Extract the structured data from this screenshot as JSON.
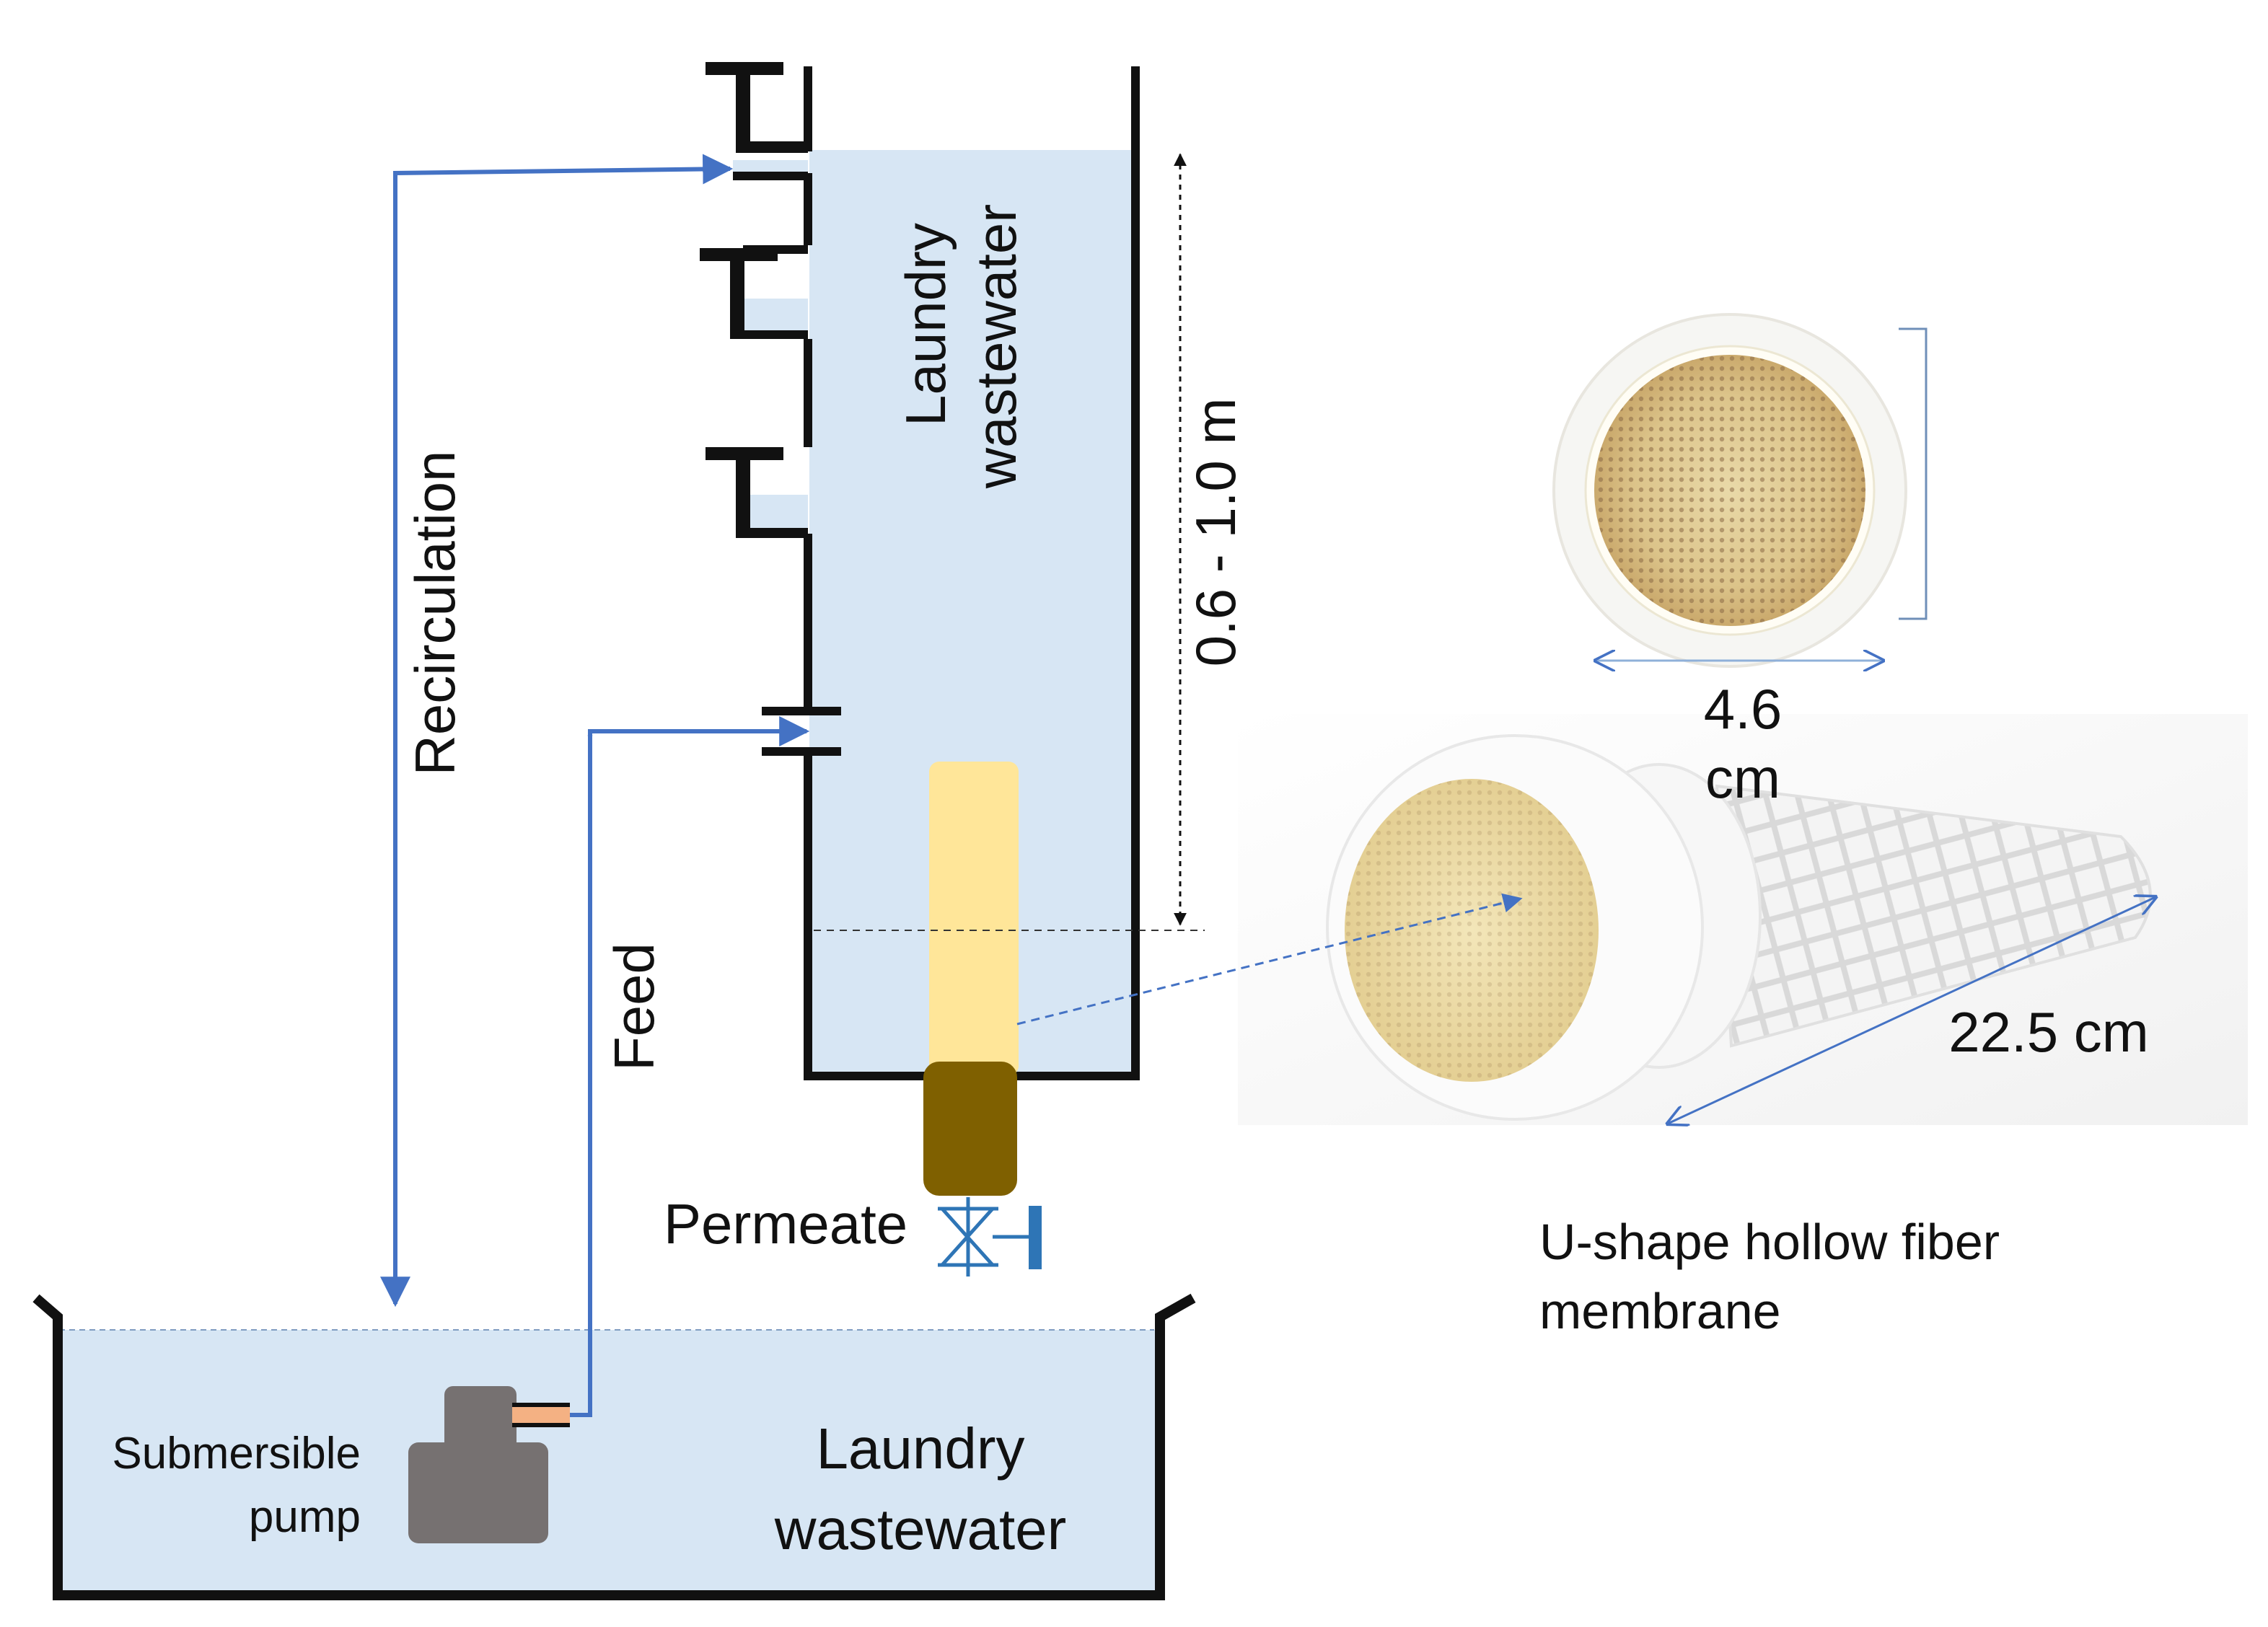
{
  "labels": {
    "recirculation": "Recirculation",
    "feed": "Feed",
    "tank_wastewater_line1": "Laundry",
    "tank_wastewater_line2": "wastewater",
    "height_range": "0.6 - 1.0 m",
    "permeate": "Permeate",
    "pump_line1": "Submersible",
    "pump_line2": "pump",
    "basin_wastewater_line1": "Laundry",
    "basin_wastewater_line2": "wastewater",
    "diameter_line1": "4.6",
    "diameter_line2": "cm",
    "length": "22.5 cm",
    "membrane_line1": "U-shape hollow fiber",
    "membrane_line2": "membrane"
  },
  "colors": {
    "water": "#d7e6f4",
    "flow_arrow": "#4472c4",
    "pipe": "#111111",
    "membrane_module": "#ffe699",
    "membrane_base": "#7f6000",
    "pump": "#767171",
    "valve": "#2e75b6"
  }
}
